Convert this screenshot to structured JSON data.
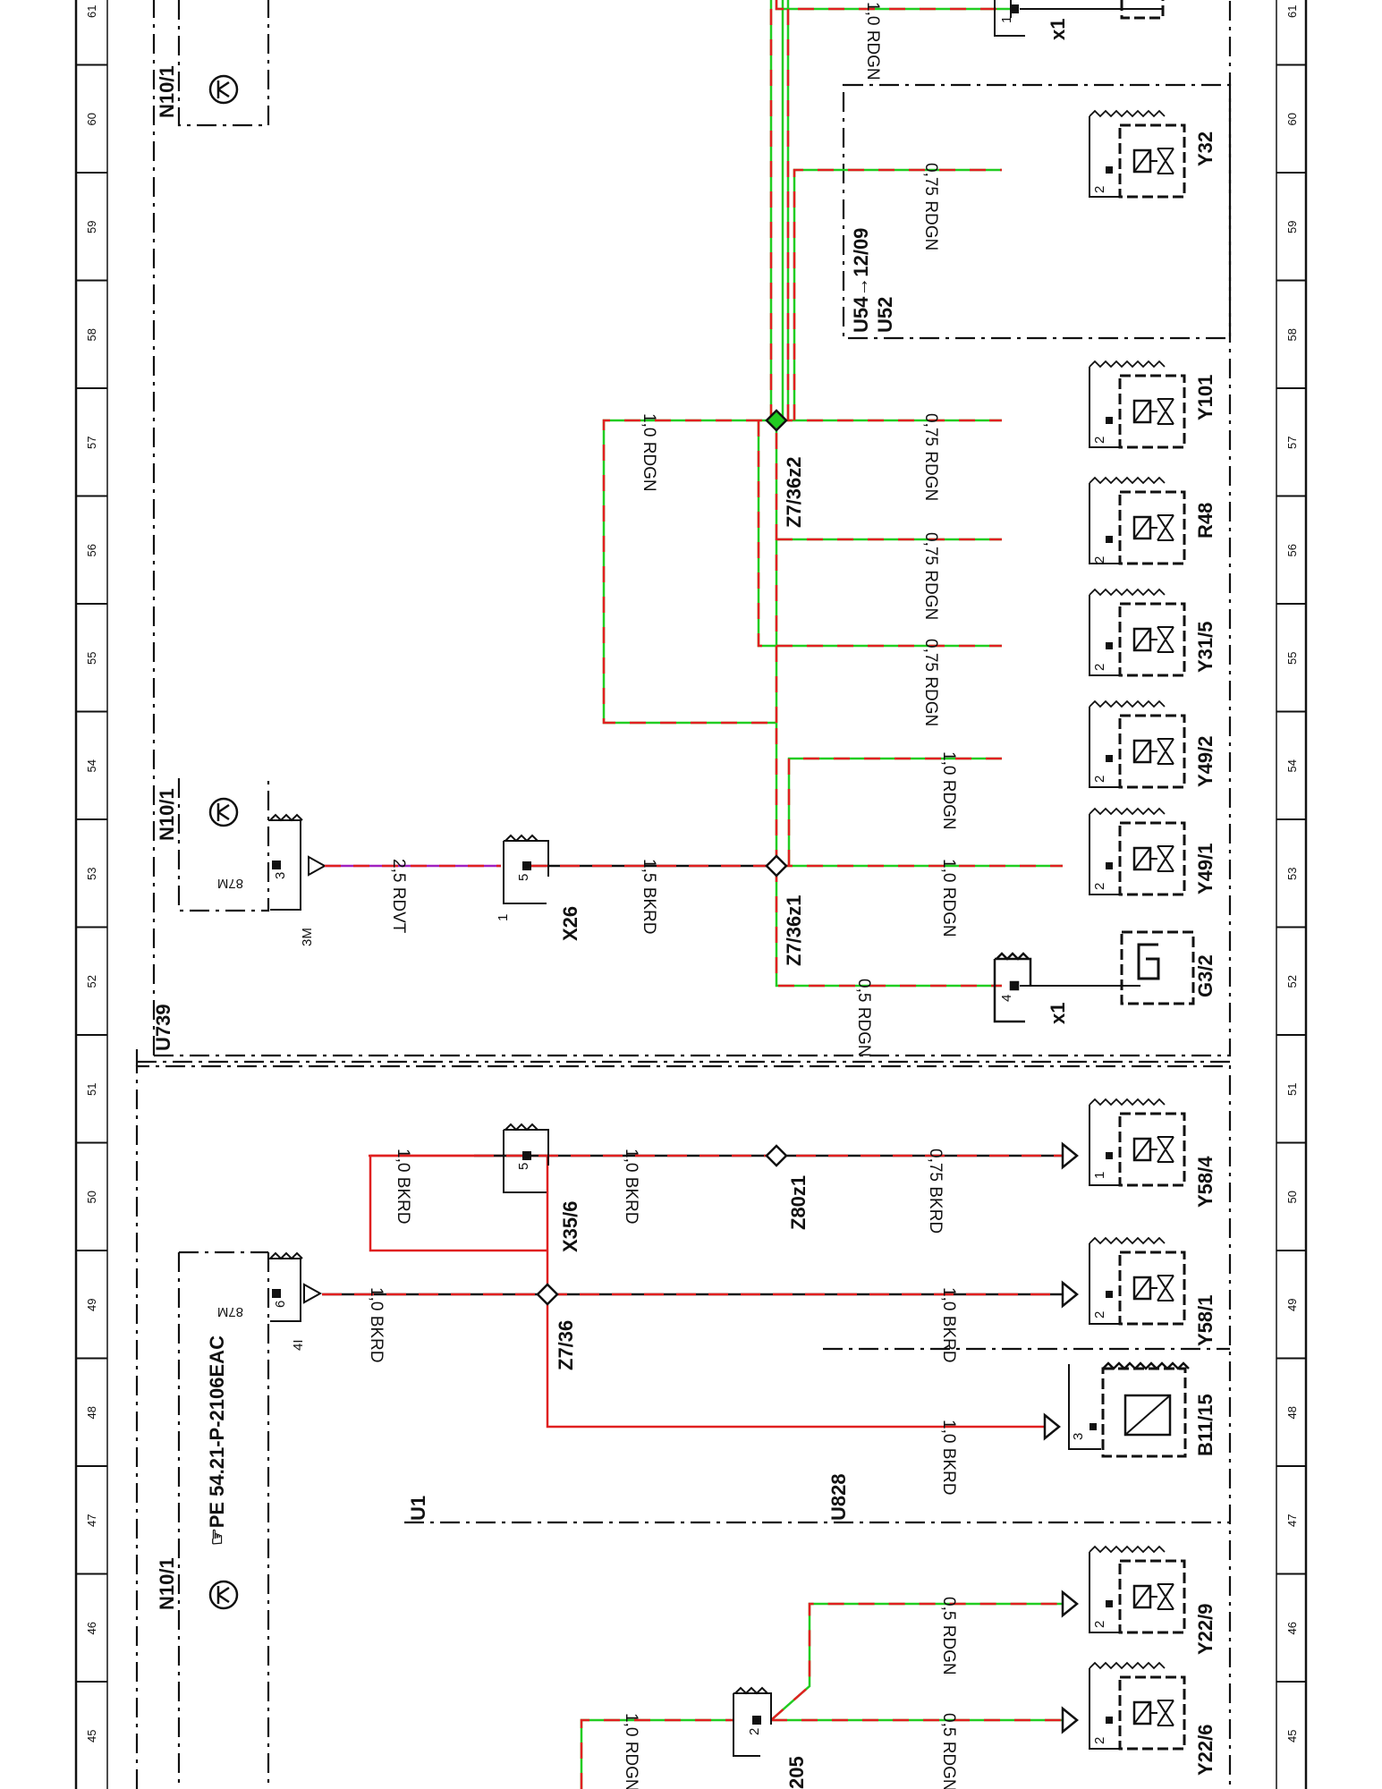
{
  "diagram": {
    "column_numbers": [
      "45",
      "46",
      "47",
      "48",
      "49",
      "50",
      "51",
      "52",
      "53",
      "54",
      "55",
      "56",
      "57",
      "58",
      "59",
      "60",
      "61"
    ],
    "modules": {
      "n10_1_top": "N10/1",
      "n10_1_mid": "N10/1",
      "n10_1_bot": "N10/1",
      "u739": "U739",
      "u828": "U828",
      "u1": "U1",
      "u54_u52_line1": "U54→12/09",
      "u54_u52_line2": "U52",
      "reference": "☞PE 54.21-P-2106EAC"
    },
    "components": {
      "y22_6": "Y22/6",
      "y22_9": "Y22/9",
      "b11_15": "B11/15",
      "y58_1": "Y58/1",
      "y58_4": "Y58/4",
      "g3_2": "G3/2",
      "x1_a": "x1",
      "y49_1": "Y49/1",
      "y49_2": "Y49/2",
      "y31_5": "Y31/5",
      "r48": "R48",
      "y101": "Y101",
      "y32": "Y32",
      "x1_b": "x1",
      "x26": "X26",
      "x35_6": "X35/6",
      "x205": "205",
      "z7_36": "Z7/36",
      "z80z1": "Z80z1",
      "z7_36z1": "Z7/36z1",
      "z7_36z2": "Z7/36z2"
    },
    "wires": {
      "w_1_0_rdgn_a": "1,0 RDGN",
      "w_0_5_rdgn_a": "0,5 RDGN",
      "w_0_5_rdgn_b": "0,5 RDGN",
      "w_1_0_bkrd_b11": "1,0 BKRD",
      "w_1_0_bkrd_y58_1": "1,0 BKRD",
      "w_1_0_bkrd_4i": "1,0 BKRD",
      "w_1_0_bkrd_x35_a": "1,0 BKRD",
      "w_1_0_bkrd_x35_b": "1,0 BKRD",
      "w_0_75_bkrd": "0,75 BKRD",
      "w_0_5_rdgn_g32": "0,5 RDGN",
      "w_1_0_rdgn_y49_1": "1,0 RDGN",
      "w_1_0_rdgn_y49_2": "1,0 RDGN",
      "w_0_75_rdgn_y31_5": "0,75 RDGN",
      "w_0_75_rdgn_r48": "0,75 RDGN",
      "w_0_75_rdgn_y101": "0,75 RDGN",
      "w_0_75_rdgn_y32": "0,75 RDGN",
      "w_1_0_rdgn_top": "1,0 RDGN",
      "w_1_0_rdgn_x1b": "1,0 RDGN",
      "w_1_5_bkrd": "1,5 BKRD",
      "w_2_5_rdvt": "2,5 RDVT"
    },
    "pins": {
      "p_87m_a": "87M",
      "p_6": "6",
      "p_4i": "4I",
      "p_87m_b": "87M",
      "p_3": "3",
      "p_3m": "3M",
      "p_5_x26": "5",
      "p_1_x26": "1",
      "p_5_x35": "5",
      "p_2_x205": "2",
      "p_2_y22_6": "2",
      "p_2_y22_9": "2",
      "p_3_b11": "3",
      "p_2_y58_1": "2",
      "p_1_y58_4": "1",
      "p_4_x1a": "4",
      "p_2_y49_1": "2",
      "p_2_y49_2": "2",
      "p_2_y31_5": "2",
      "p_2_r48": "2",
      "p_2_y101": "2",
      "p_2_y32": "2",
      "p_1_x1b": "1"
    },
    "colors": {
      "line": "#111111",
      "red": "#e02020",
      "green": "#22cc22",
      "violet": "#a020c0"
    }
  }
}
